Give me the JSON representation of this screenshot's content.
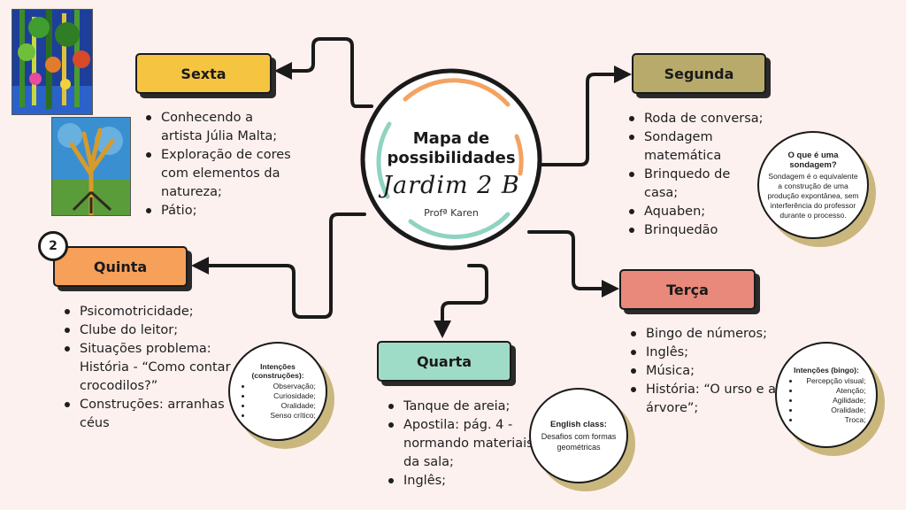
{
  "center": {
    "title_line1": "Mapa de",
    "title_line2": "possibilidades",
    "class_name": "Jardim 2 B",
    "teacher": "Profª Karen"
  },
  "badge": "2",
  "days": {
    "segunda": {
      "label": "Segunda",
      "color": "#b8aa6a",
      "items": [
        "Roda de conversa;",
        "Sondagem matemática",
        "Brinquedo de casa;",
        "Aquaben;",
        "Brinquedão"
      ]
    },
    "terca": {
      "label": "Terça",
      "color": "#e8897b",
      "items": [
        "Bingo de números;",
        "Inglês;",
        "Música;",
        "História: “O urso e a árvore”;"
      ]
    },
    "quarta": {
      "label": "Quarta",
      "color": "#9fdcc8",
      "items": [
        "Tanque de areia;",
        "Apostila: pág. 4 - normando materiais da sala;",
        "Inglês;"
      ]
    },
    "quinta": {
      "label": "Quinta",
      "color": "#f6a05a",
      "items": [
        "Psicomotricidade;",
        "Clube do leitor;",
        "Situações problema: História -  “Como contar crocodilos?”",
        "Construções: arranhas céus"
      ]
    },
    "sexta": {
      "label": "Sexta",
      "color": "#f5c542",
      "items": [
        "Conhecendo a artista Júlia Malta;",
        "Exploração de cores com elementos da natureza;",
        "Pátio;"
      ]
    }
  },
  "notes": {
    "sondagem": {
      "title": "O que é uma sondagem?",
      "text": "Sondagem é o equivalente a construção de uma produção expontânea, sem interferência do professor durante o processo."
    },
    "construcoes": {
      "title": "Intenções (construções):",
      "items": [
        "Observação;",
        "Curiosidade;",
        "Oralidade;",
        "Senso crítico;"
      ]
    },
    "english": {
      "title": "English class:",
      "text": "Desafios com formas geométricas"
    },
    "bingo": {
      "title": "Intenções (bingo):",
      "items": [
        "Percepção visual;",
        "Atenção;",
        "Agilidade;",
        "Oralidade;",
        "Troca;"
      ]
    }
  },
  "colors": {
    "background": "#fdf1ef",
    "ring_orange": "#f4a261",
    "ring_teal": "#8fd3c1",
    "note_shadow": "#c9b77e"
  }
}
